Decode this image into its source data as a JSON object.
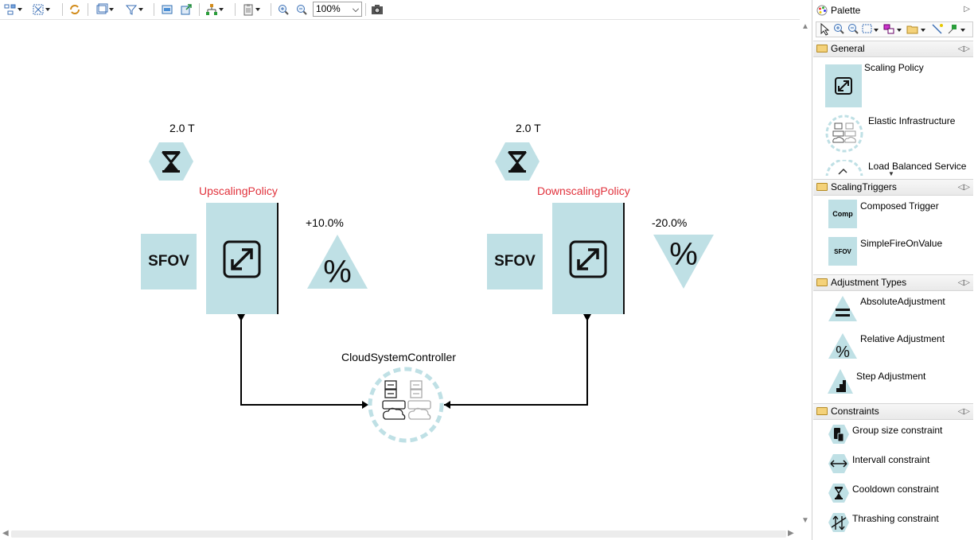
{
  "toolbar": {
    "zoom_value": "100%"
  },
  "diagram": {
    "upscaling": {
      "name": "UpscalingPolicy",
      "cooldown": "2.0 T",
      "trigger": "SFOV",
      "adjustment": "+10.0%"
    },
    "downscaling": {
      "name": "DownscalingPolicy",
      "cooldown": "2.0 T",
      "trigger": "SFOV",
      "adjustment": "-20.0%"
    },
    "controller": {
      "name": "CloudSystemController"
    },
    "colors": {
      "node_fill": "#bfe0e5",
      "policy_name": "#e1323c",
      "connector": "#000000",
      "controller_ring": "#bfe0e5"
    }
  },
  "palette": {
    "title": "Palette",
    "drawers": {
      "general": {
        "title": "General",
        "items": [
          "Scaling Policy",
          "Elastic Infrastructure",
          "Load Balanced Service"
        ]
      },
      "triggers": {
        "title": "ScalingTriggers",
        "items": [
          "Composed Trigger",
          "SimpleFireOnValue"
        ],
        "icon_text": [
          "Comp",
          "SFOV"
        ]
      },
      "adjustments": {
        "title": "Adjustment Types",
        "items": [
          "AbsoluteAdjustment",
          "Relative Adjustment",
          "Step Adjustment"
        ]
      },
      "constraints": {
        "title": "Constraints",
        "items": [
          "Group size constraint",
          "Intervall constraint",
          "Cooldown constraint",
          "Thrashing constraint"
        ]
      }
    }
  }
}
